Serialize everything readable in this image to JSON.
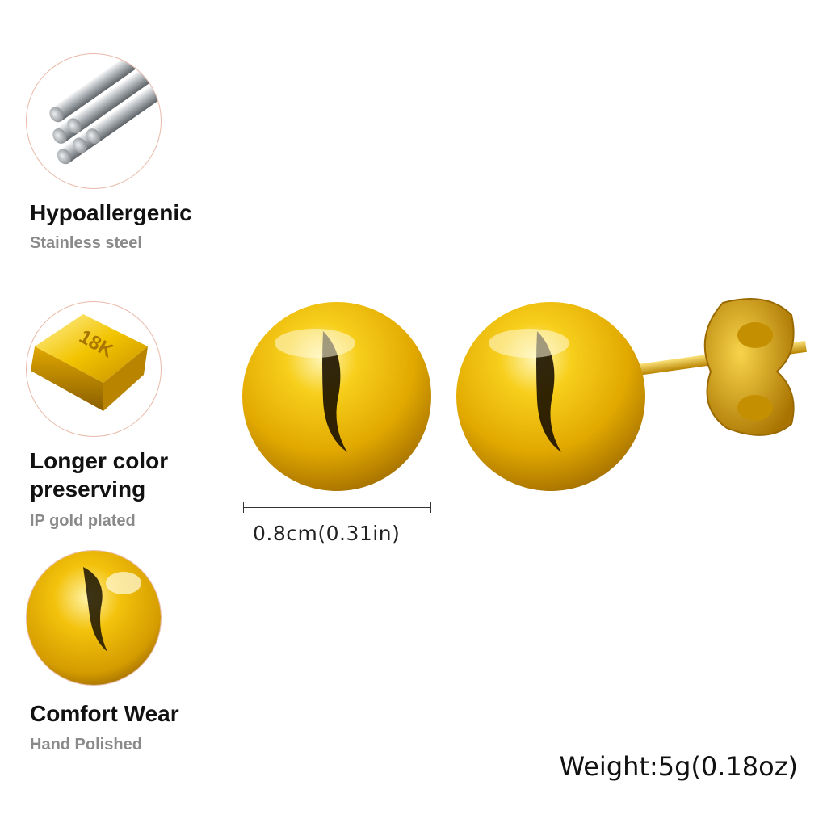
{
  "features": [
    {
      "title": "Hypoallergenic",
      "subtitle": "Stainless steel",
      "icon": "steel-rods-icon"
    },
    {
      "title_lines": [
        "Longer color",
        "preserving"
      ],
      "subtitle": "IP gold plated",
      "icon": "gold-bar-icon",
      "bar_stamp": "18K"
    },
    {
      "title": "Comfort Wear",
      "subtitle": "Hand Polished",
      "icon": "gold-ball-icon"
    }
  ],
  "product": {
    "dimension_label": "0.8cm(0.31in)",
    "weight_label": "Weight:5g(0.18oz)"
  },
  "colors": {
    "gold": "#e5b400",
    "gold_dark": "#8a5e00",
    "steel": "#b9bec3",
    "circle_border": "#e9b9a8"
  }
}
